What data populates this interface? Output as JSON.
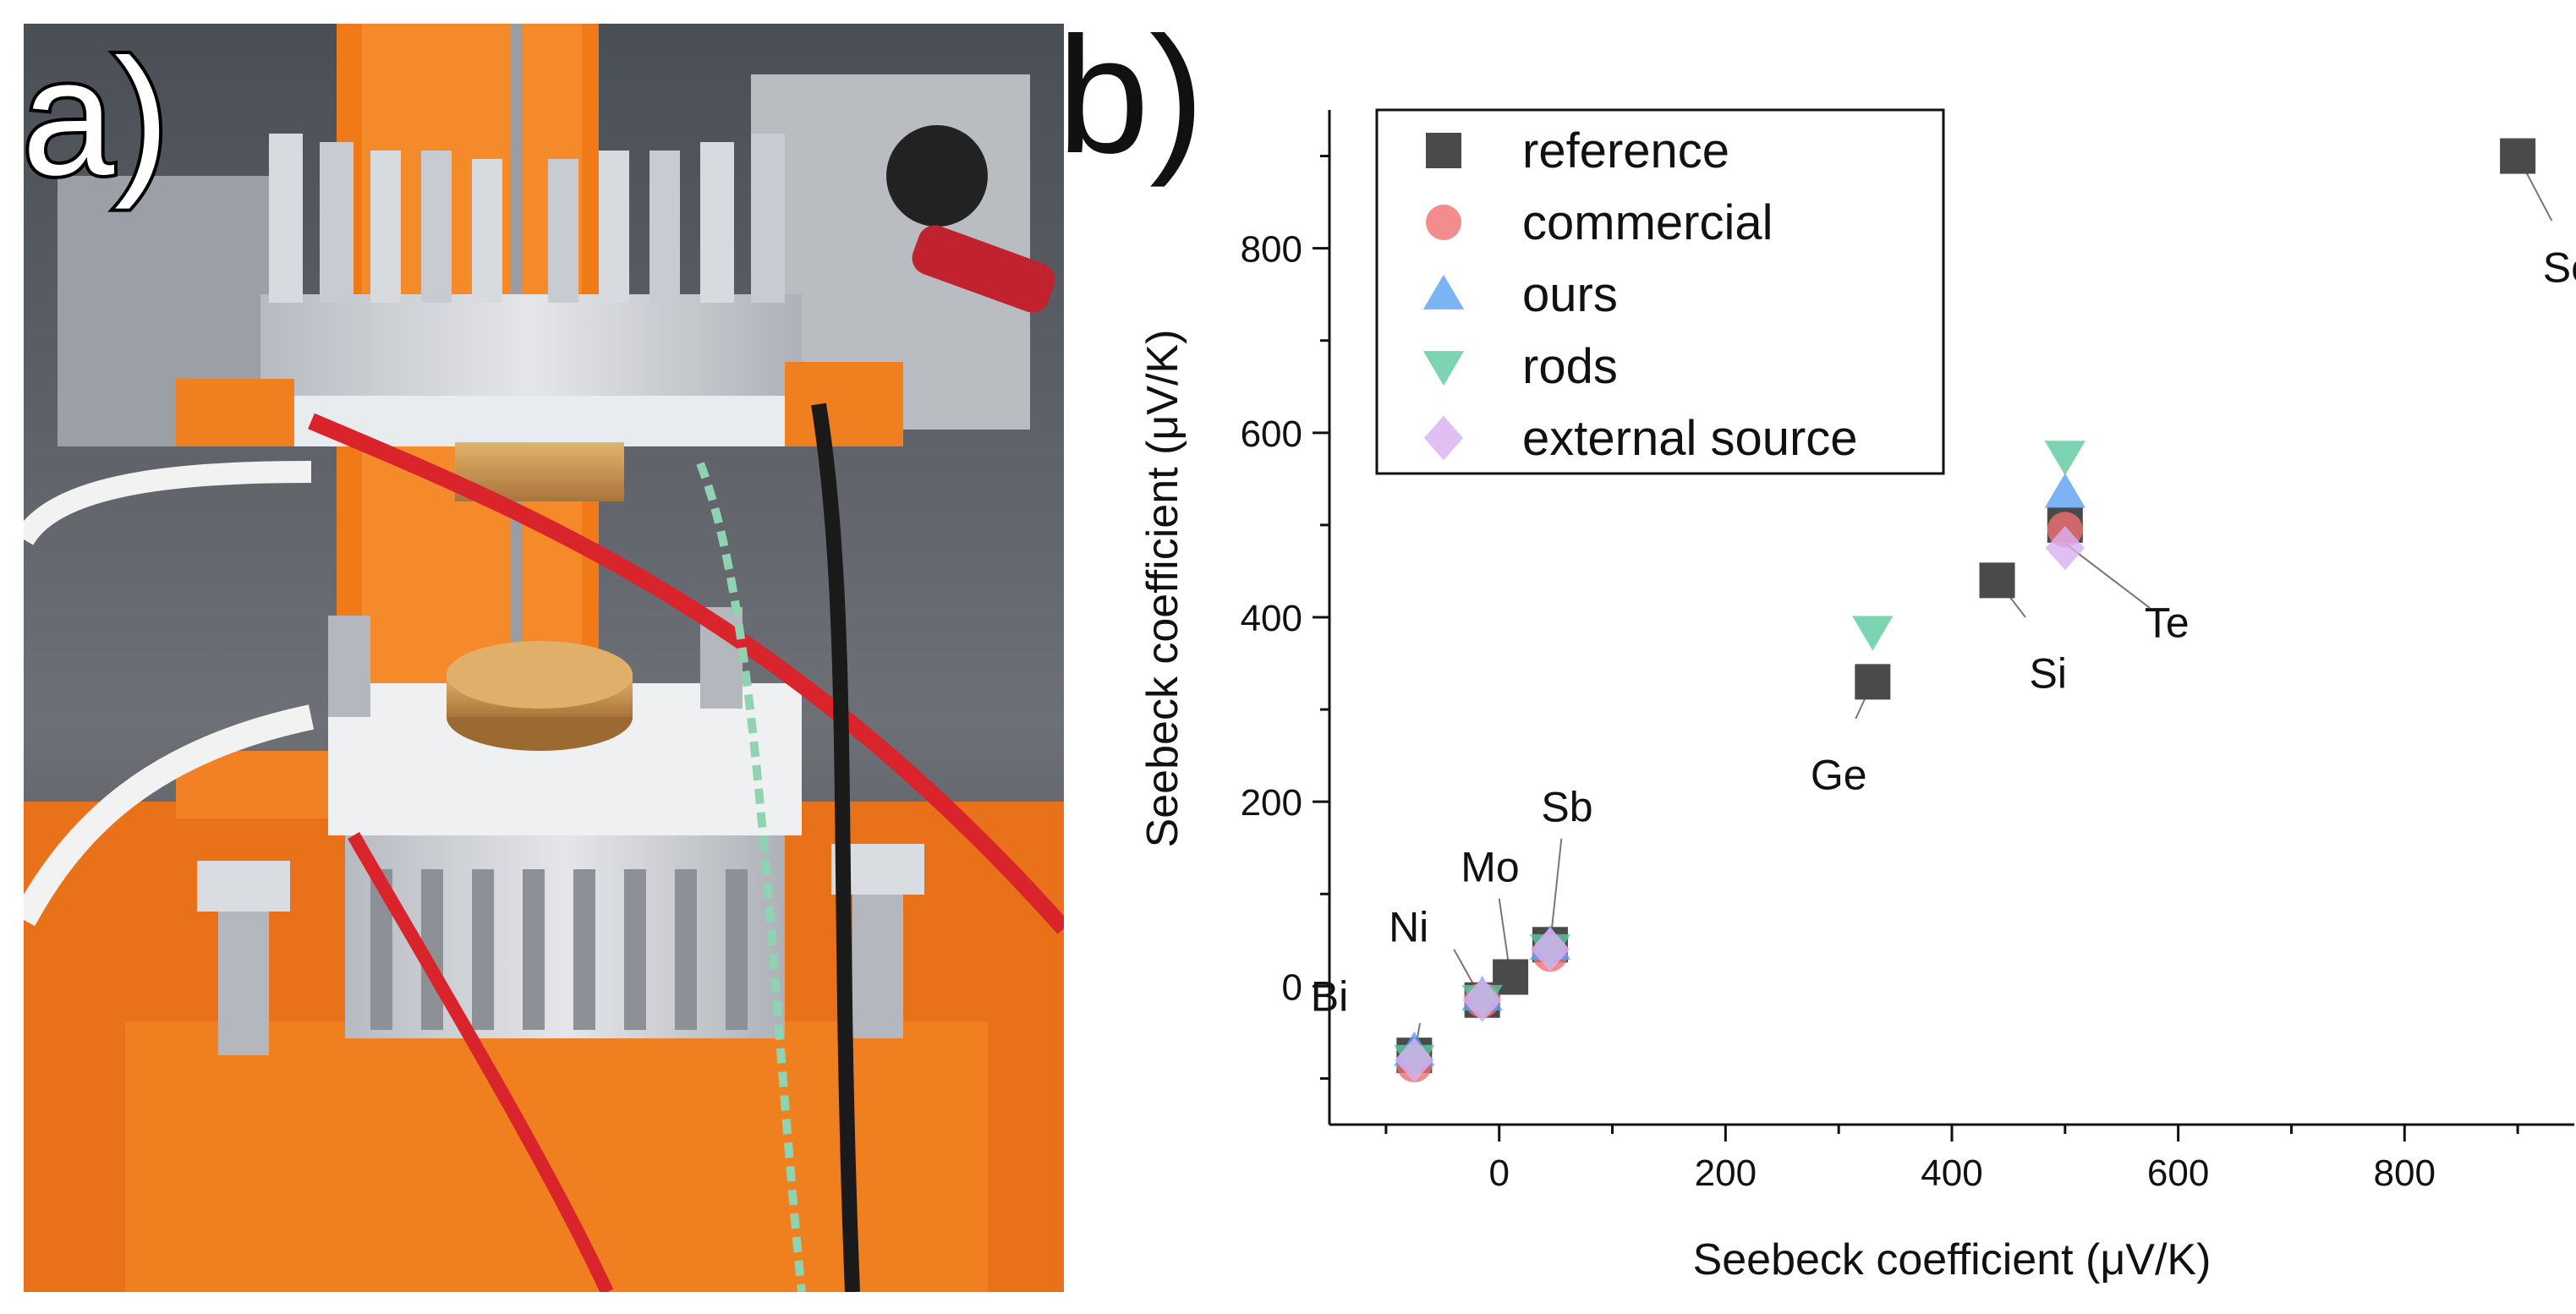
{
  "panels": {
    "a": "a)",
    "b": "b)"
  },
  "colors": {
    "reference": "#4a4a4a",
    "commercial": "#f07070",
    "ours": "#5aa0f0",
    "rods": "#5cc9a0",
    "external": "#d8b0f0",
    "orange": "#f5821f",
    "aluminium": "#c9ccd1"
  },
  "chart_data": {
    "type": "scatter",
    "xlabel": "Seebeck coefficient (μV/K)",
    "ylabel": "Seebeck coefficient (μV/K)",
    "xlim": [
      -150,
      950
    ],
    "ylim": [
      -150,
      950
    ],
    "xticks": [
      0,
      200,
      400,
      600,
      800
    ],
    "yticks": [
      0,
      200,
      400,
      600,
      800
    ],
    "grid": false,
    "legend_position": "top-left",
    "series": [
      {
        "name": "reference",
        "marker": "square",
        "points": [
          [
            -75,
            -75
          ],
          [
            -15,
            -15
          ],
          [
            10,
            10
          ],
          [
            45,
            45
          ],
          [
            330,
            330
          ],
          [
            440,
            440
          ],
          [
            500,
            500
          ],
          [
            900,
            900
          ]
        ]
      },
      {
        "name": "commercial",
        "marker": "circle",
        "points": [
          [
            -75,
            -85
          ],
          [
            -15,
            -15
          ],
          [
            45,
            35
          ],
          [
            500,
            495
          ]
        ]
      },
      {
        "name": "ours",
        "marker": "triangle-up",
        "points": [
          [
            -75,
            -70
          ],
          [
            -15,
            -10
          ],
          [
            45,
            45
          ],
          [
            500,
            535
          ]
        ]
      },
      {
        "name": "rods",
        "marker": "triangle-down",
        "points": [
          [
            -75,
            -80
          ],
          [
            -15,
            -15
          ],
          [
            45,
            40
          ],
          [
            330,
            385
          ],
          [
            500,
            575
          ]
        ]
      },
      {
        "name": "external source",
        "marker": "diamond",
        "points": [
          [
            -75,
            -80
          ],
          [
            -15,
            -15
          ],
          [
            45,
            40
          ],
          [
            500,
            475
          ]
        ]
      }
    ],
    "annotations": [
      {
        "text": "Bi",
        "x": -75,
        "y": -75,
        "lx": -150,
        "ly": -10,
        "cx": -70,
        "cy": -40
      },
      {
        "text": "Ni",
        "x": -15,
        "y": -15,
        "lx": -80,
        "ly": 65,
        "cx": -40,
        "cy": 40
      },
      {
        "text": "Mo",
        "x": 10,
        "y": 10,
        "lx": -8,
        "ly": 130,
        "cx": 0,
        "cy": 95
      },
      {
        "text": "Sb",
        "x": 45,
        "y": 45,
        "lx": 60,
        "ly": 195,
        "cx": 55,
        "cy": 160
      },
      {
        "text": "Ge",
        "x": 330,
        "y": 330,
        "lx": 300,
        "ly": 230,
        "cx": 315,
        "cy": 290
      },
      {
        "text": "Si",
        "x": 440,
        "y": 440,
        "lx": 485,
        "ly": 340,
        "cx": 465,
        "cy": 400
      },
      {
        "text": "Te",
        "x": 500,
        "y": 480,
        "lx": 590,
        "ly": 395,
        "cx": 575,
        "cy": 410
      },
      {
        "text": "Se",
        "x": 900,
        "y": 900,
        "lx": 945,
        "ly": 780,
        "cx": 930,
        "cy": 830
      }
    ]
  }
}
